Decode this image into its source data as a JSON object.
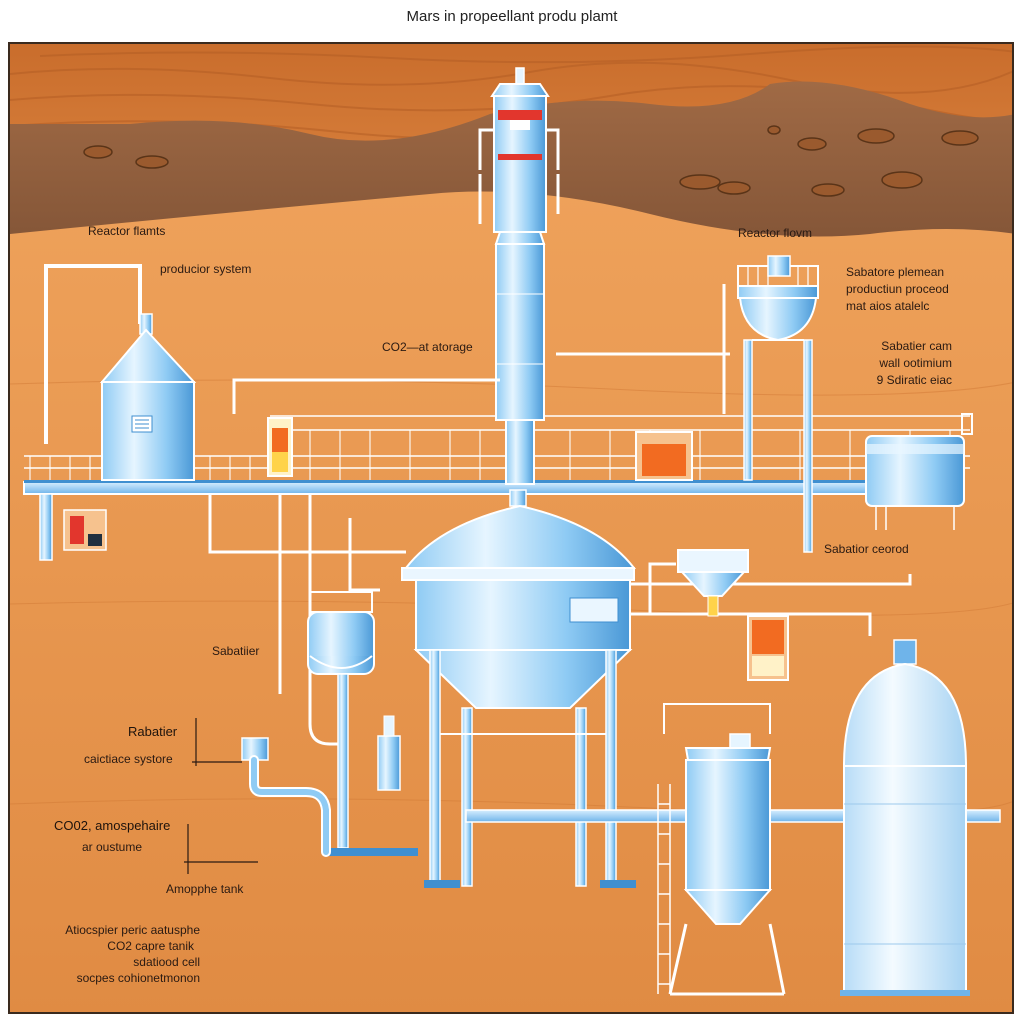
{
  "title": "Mars in propeellant produ plamt",
  "colors": {
    "sky_top": "#cf7a3a",
    "ground": "#e7964e",
    "hill": "#8a5a3a",
    "steel_light": "#dff1ff",
    "steel": "#8fcbf4",
    "steel_dark": "#3f8fd0",
    "outline": "#ffffff",
    "accent_red": "#e2362d",
    "accent_orange": "#f26b21"
  },
  "labels": {
    "reactor_flamts": "Reactor flamts",
    "producior_system": "producior system",
    "co2_storage": "CO2—at atorage",
    "reactor_flovm": "Reactor flovm",
    "right_block": {
      "line1": "Sabatore plemean",
      "line2": "productiun proceod",
      "line3": "mat aios atalelc"
    },
    "right_block2": {
      "line1": "Sabatier cam",
      "line2": "wall ootimium",
      "line3": "9 Sdiratic eiac"
    },
    "sabatior_ceorod": "Sabatior ceorod",
    "sabatiier": "Sabatiier",
    "rabatier": "Rabatier",
    "caictiace_systore": "caictiace systore",
    "co2_amospheire": "CO02, amospehaire",
    "aroustume": "ar oustume",
    "amopphe_tank": "Amopphe tank",
    "bottom_block": {
      "line1": "Atiocspier peric aatusphe",
      "line2": "CO2 capre tanik",
      "line3": "sdatiood cell",
      "line4": "socpes cohionetmonon"
    }
  }
}
